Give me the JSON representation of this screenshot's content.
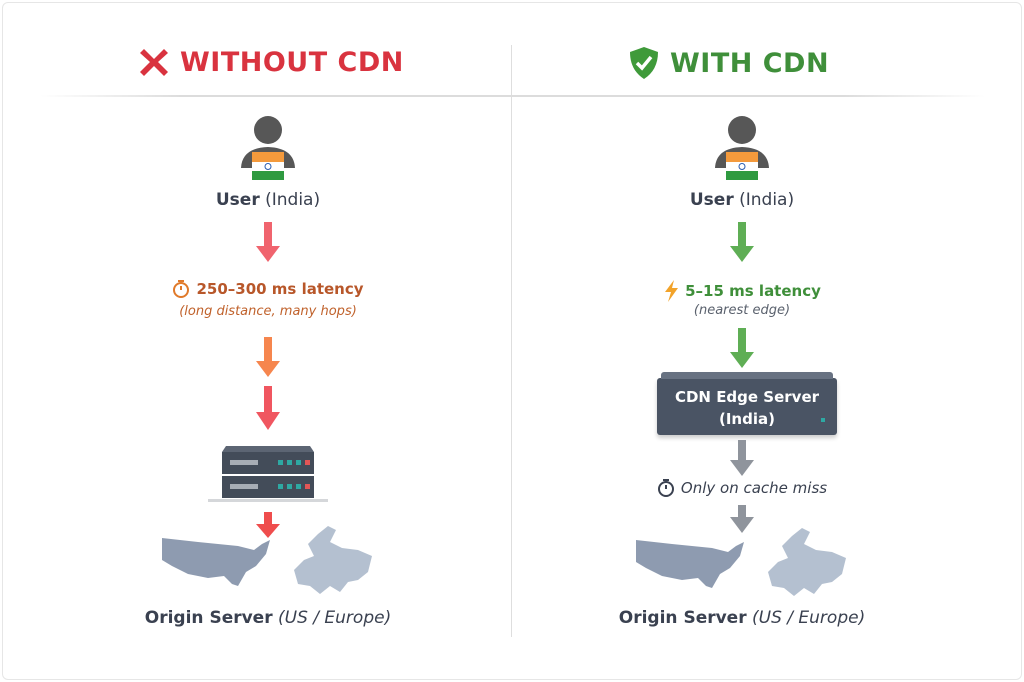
{
  "left": {
    "title": "WITHOUT CDN",
    "user_label_bold": "User",
    "user_label_rest": "(India)",
    "latency": "250–300 ms latency",
    "latency_note": "(long distance, many hops)",
    "origin_bold": "Origin Server",
    "origin_rest": "(US / Europe)"
  },
  "right": {
    "title": "WITH CDN",
    "user_label_bold": "User",
    "user_label_rest": "(India)",
    "latency": "5–15 ms latency",
    "latency_note": "(nearest edge)",
    "edge_line1": "CDN Edge Server",
    "edge_line2": "(India)",
    "cache_note": "Only on cache miss",
    "origin_bold": "Origin Server",
    "origin_rest": "(US / Europe)"
  },
  "colors": {
    "red": "#d9333f",
    "green": "#3f8f3a",
    "orange": "#e07a2a",
    "latency_red": "#b8572a",
    "gray": "#8f949c"
  }
}
